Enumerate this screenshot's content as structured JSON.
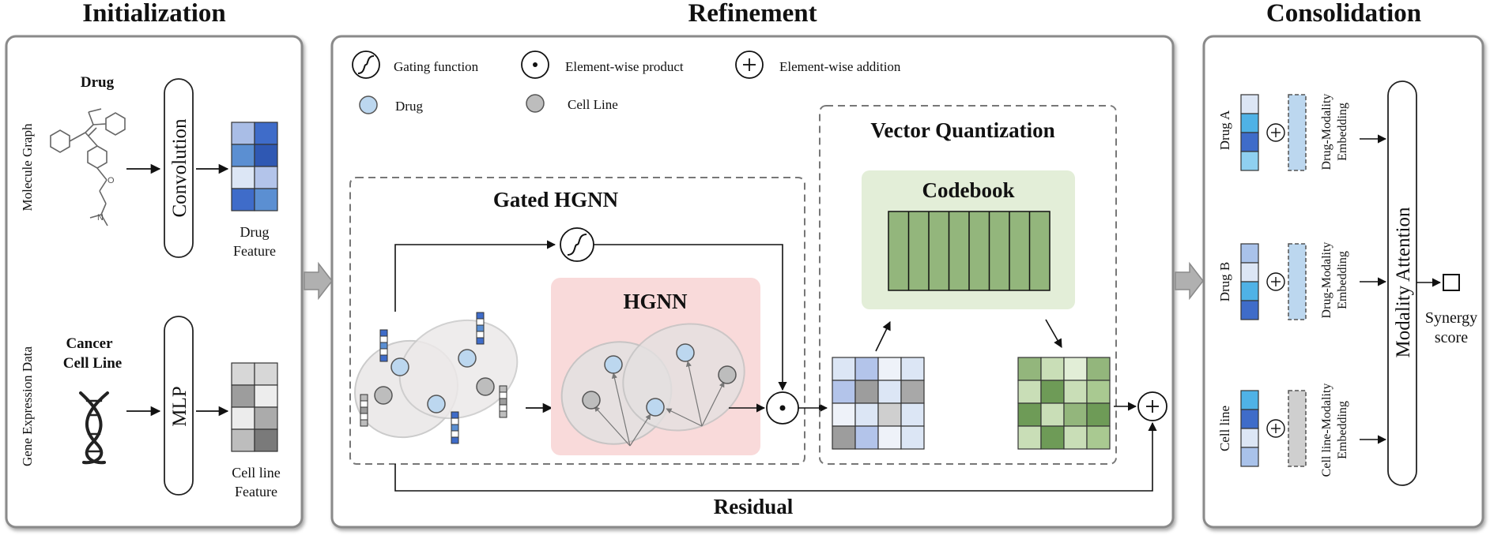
{
  "panels": {
    "initialization": "Initialization",
    "refinement": "Refinement",
    "consolidation": "Consolidation"
  },
  "init": {
    "drug": "Drug",
    "molecule_graph": "Molecule Graph",
    "convolution": "Convolution",
    "drug_feature_1": "Drug",
    "drug_feature_2": "Feature",
    "cancer_1": "Cancer",
    "cancer_2": "Cell Line",
    "gene_expression": "Gene Expression Data",
    "mlp": "MLP",
    "cell_feature_1": "Cell line",
    "cell_feature_2": "Feature"
  },
  "legend": {
    "gating": "Gating function",
    "product": "Element-wise product",
    "addition": "Element-wise addition",
    "drug": "Drug",
    "cell_line": "Cell Line"
  },
  "refine": {
    "gated_hgnn": "Gated HGNN",
    "hgnn": "HGNN",
    "vector_quantization": "Vector Quantization",
    "codebook": "Codebook",
    "residual": "Residual"
  },
  "consol": {
    "drug_a": "Drug A",
    "drug_b": "Drug B",
    "cell_line": "Cell line",
    "emb_drug_1": "Drug-Modality",
    "emb_drug_2": "Embedding",
    "emb_cell_1": "Cell line-Modality",
    "emb_cell_2": "Embedding",
    "modality_attention": "Modality Attention",
    "synergy_1": "Synergy",
    "synergy_2": "score"
  },
  "colors": {
    "drug_node": "#bcd7ef",
    "cell_node": "#bdbdbd",
    "hgnn_bg": "#f9dada",
    "codebook_bg": "#e3eed8",
    "codebook_fill": "#93b67c"
  }
}
